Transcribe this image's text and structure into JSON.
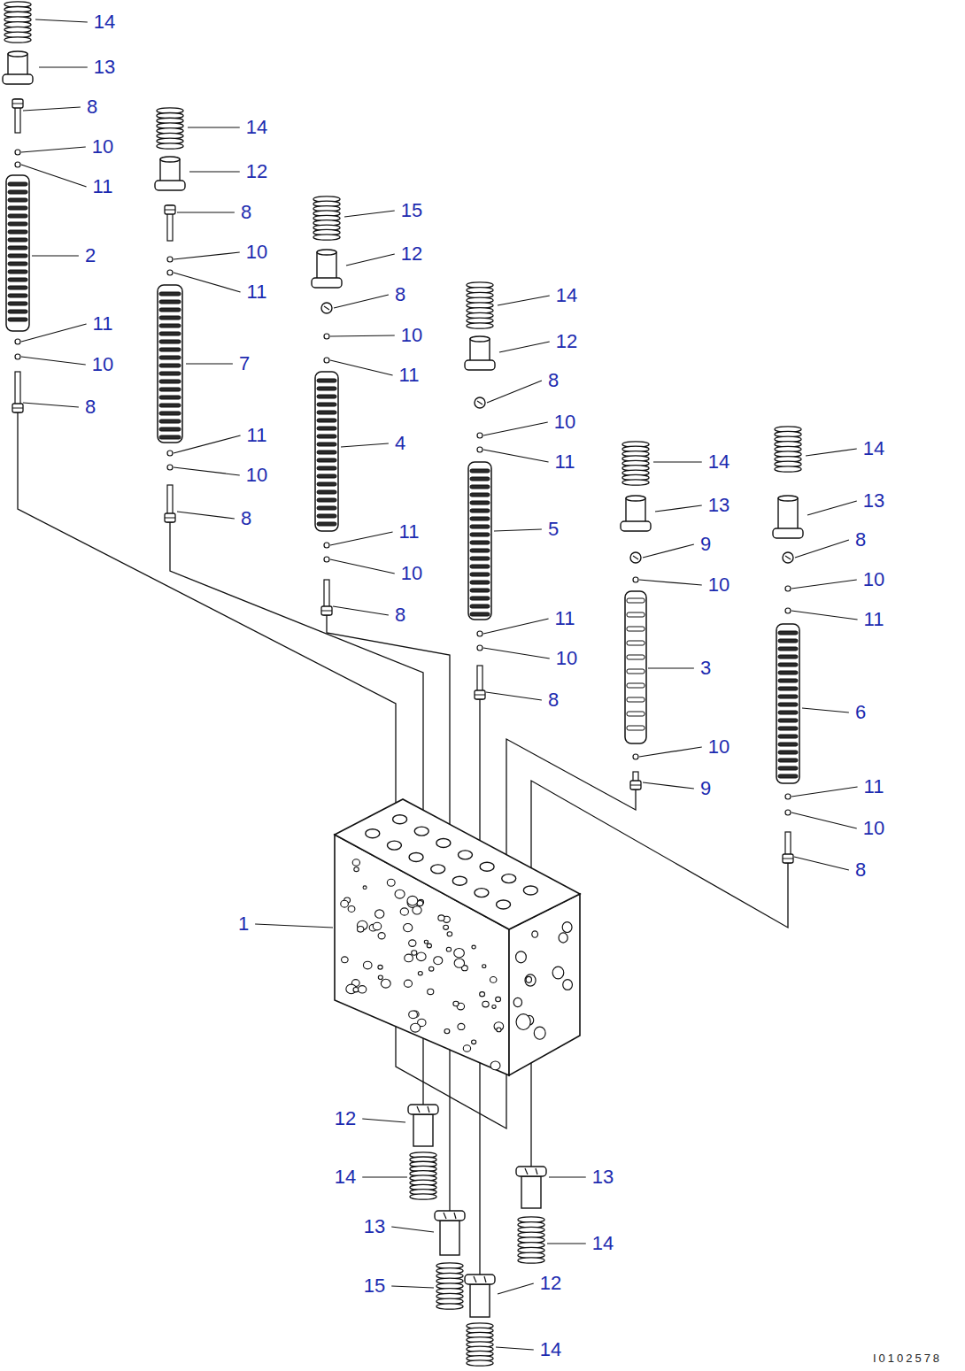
{
  "diagram": {
    "labels": [
      "14",
      "13",
      "8",
      "10",
      "11",
      "2",
      "11",
      "10",
      "8",
      "14",
      "12",
      "8",
      "10",
      "11",
      "7",
      "11",
      "10",
      "8",
      "15",
      "12",
      "8",
      "10",
      "11",
      "4",
      "11",
      "10",
      "8",
      "14",
      "12",
      "8",
      "10",
      "11",
      "5",
      "11",
      "10",
      "8",
      "14",
      "13",
      "9",
      "10",
      "3",
      "10",
      "9",
      "14",
      "13",
      "8",
      "10",
      "11",
      "6",
      "11",
      "10",
      "8",
      "1",
      "12",
      "14",
      "13",
      "15",
      "13",
      "14",
      "12",
      "14",
      "I0102578"
    ]
  }
}
